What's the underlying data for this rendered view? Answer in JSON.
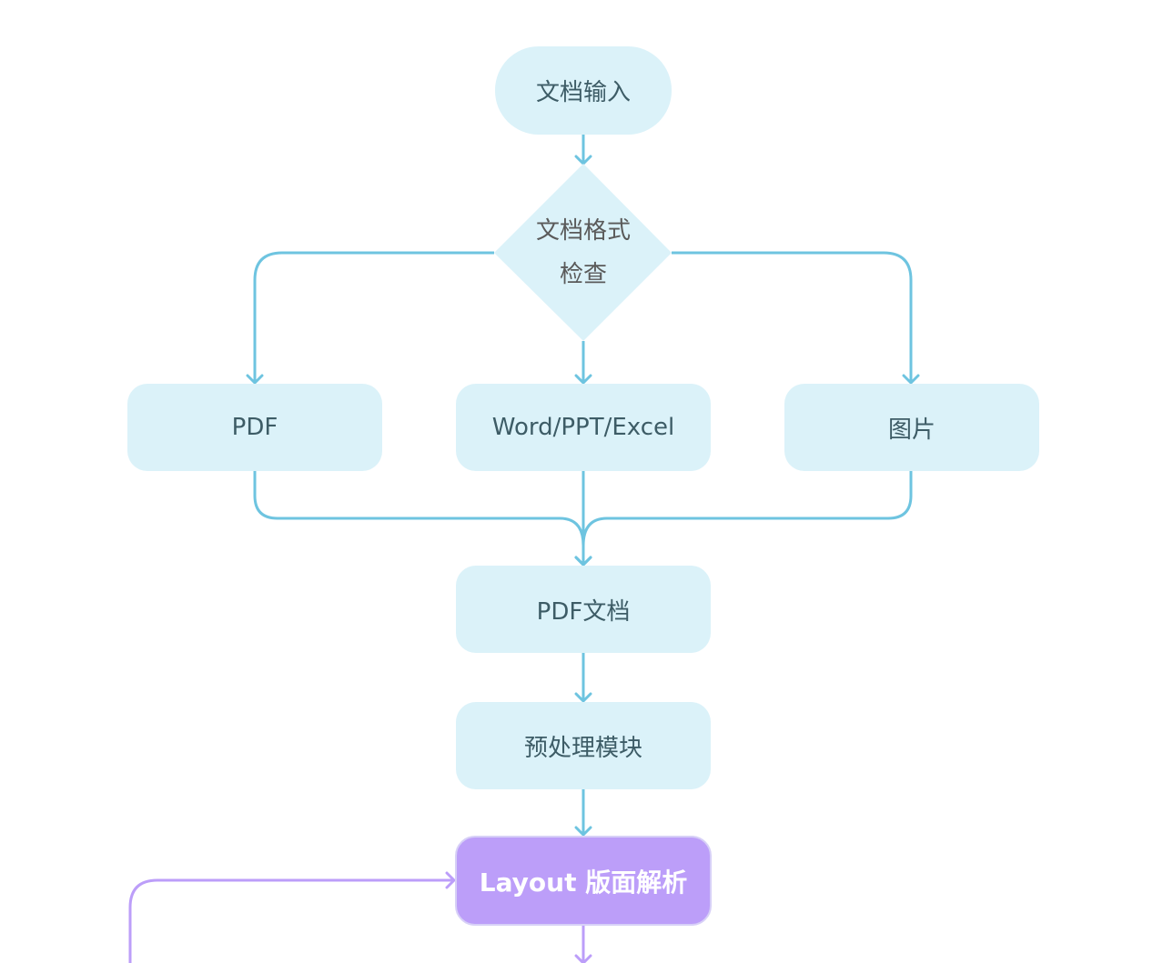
{
  "colors": {
    "node_fill": "#dbf2f9",
    "node_text": "#3d5c66",
    "edge_blue": "#6ec4e0",
    "layout_fill": "#bc9ef9",
    "edge_purple": "#bc9ef9"
  },
  "nodes": {
    "input": "文档输入",
    "check_line1": "文档格式",
    "check_line2": "检查",
    "pdf": "PDF",
    "office": "Word/PPT/Excel",
    "image": "图片",
    "pdf_doc": "PDF文档",
    "preprocess": "预处理模块",
    "layout": "Layout 版面解析"
  }
}
